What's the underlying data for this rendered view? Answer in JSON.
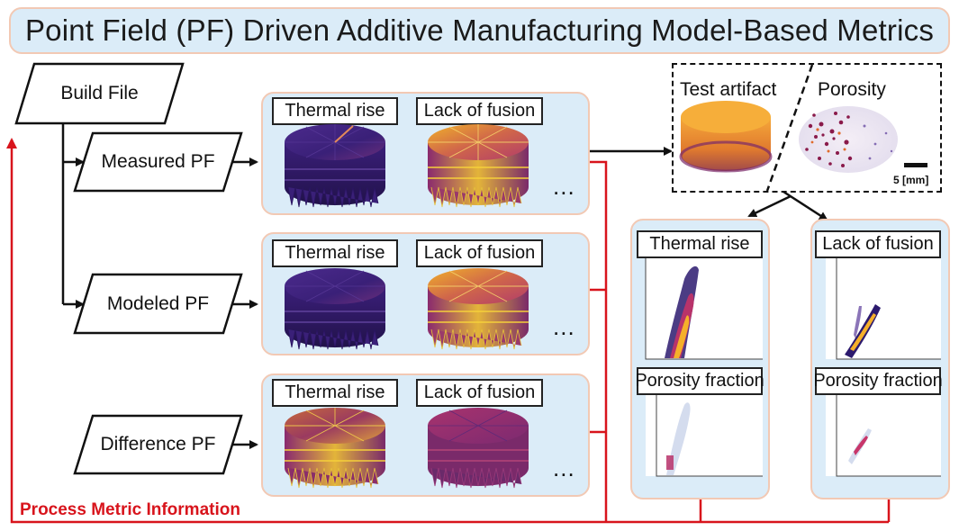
{
  "title": "Point Field (PF) Driven Additive Manufacturing Model-Based Metrics",
  "inputs": {
    "build_file": "Build File",
    "measured_pf": "Measured PF",
    "modeled_pf": "Modeled PF",
    "difference_pf": "Difference PF"
  },
  "rows": [
    {
      "thermal": "Thermal rise",
      "lack": "Lack of fusion",
      "more": "..."
    },
    {
      "thermal": "Thermal rise",
      "lack": "Lack of fusion",
      "more": "..."
    },
    {
      "thermal": "Thermal rise",
      "lack": "Lack of fusion",
      "more": "..."
    }
  ],
  "validation": {
    "test_artifact": "Test artifact",
    "porosity": "Porosity",
    "scale_bar": "5 [mm]"
  },
  "correlation_panels": [
    {
      "top": "Thermal rise",
      "bottom": "Porosity fraction"
    },
    {
      "top": "Lack of fusion",
      "bottom": "Porosity fraction"
    }
  ],
  "feedback_label": "Process Metric Information",
  "colors": {
    "panel_fill": "#dbecf8",
    "panel_border": "#f2c9b4",
    "feedback_red": "#d8141c",
    "colormap_low": "#2a1a6e",
    "colormap_mid": "#b8336a",
    "colormap_high": "#f5d020"
  }
}
